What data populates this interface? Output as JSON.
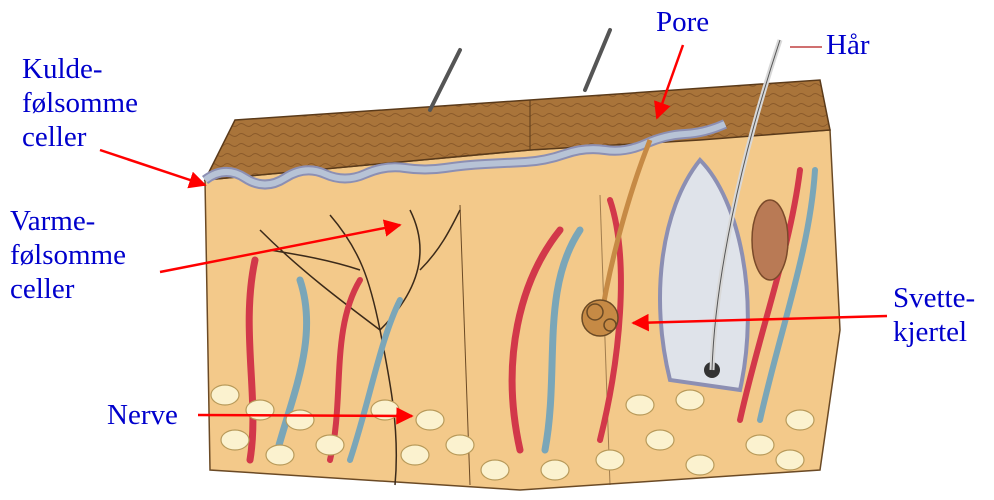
{
  "labels": {
    "cold": [
      "Kulde-",
      "følsomme",
      "celler"
    ],
    "warm": [
      "Varme-",
      "følsomme",
      "celler"
    ],
    "nerve": "Nerve",
    "pore": "Pore",
    "hair": "Hår",
    "sweat": [
      "Svette-",
      "kjertel"
    ]
  },
  "colors": {
    "label_text": "#0000cc",
    "arrow": "#ff0000",
    "skin_surface": "#a9743a",
    "dermis": "#f3c98a",
    "epidermis_layer": "#b7c3d6",
    "artery": "#d2384a",
    "vein": "#7aa6b8",
    "fat_cell": "#fbf2cf"
  },
  "icons": {
    "arrow": "arrow-icon",
    "hair": "hair-icon",
    "sweat_gland": "sweat-gland-icon",
    "fat_cell": "fat-cell-icon"
  }
}
